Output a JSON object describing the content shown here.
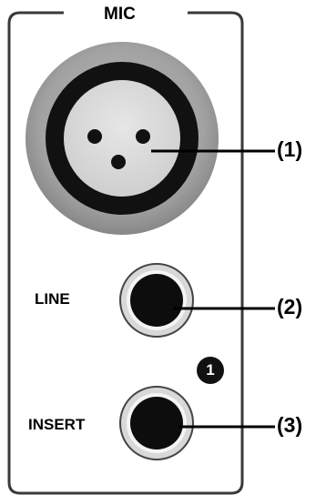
{
  "panel": {
    "title": "MIC"
  },
  "inputs": {
    "line_label": "LINE",
    "insert_label": "INSERT"
  },
  "channel_badge": "1",
  "callouts": [
    "(1)",
    "(2)",
    "(3)"
  ]
}
